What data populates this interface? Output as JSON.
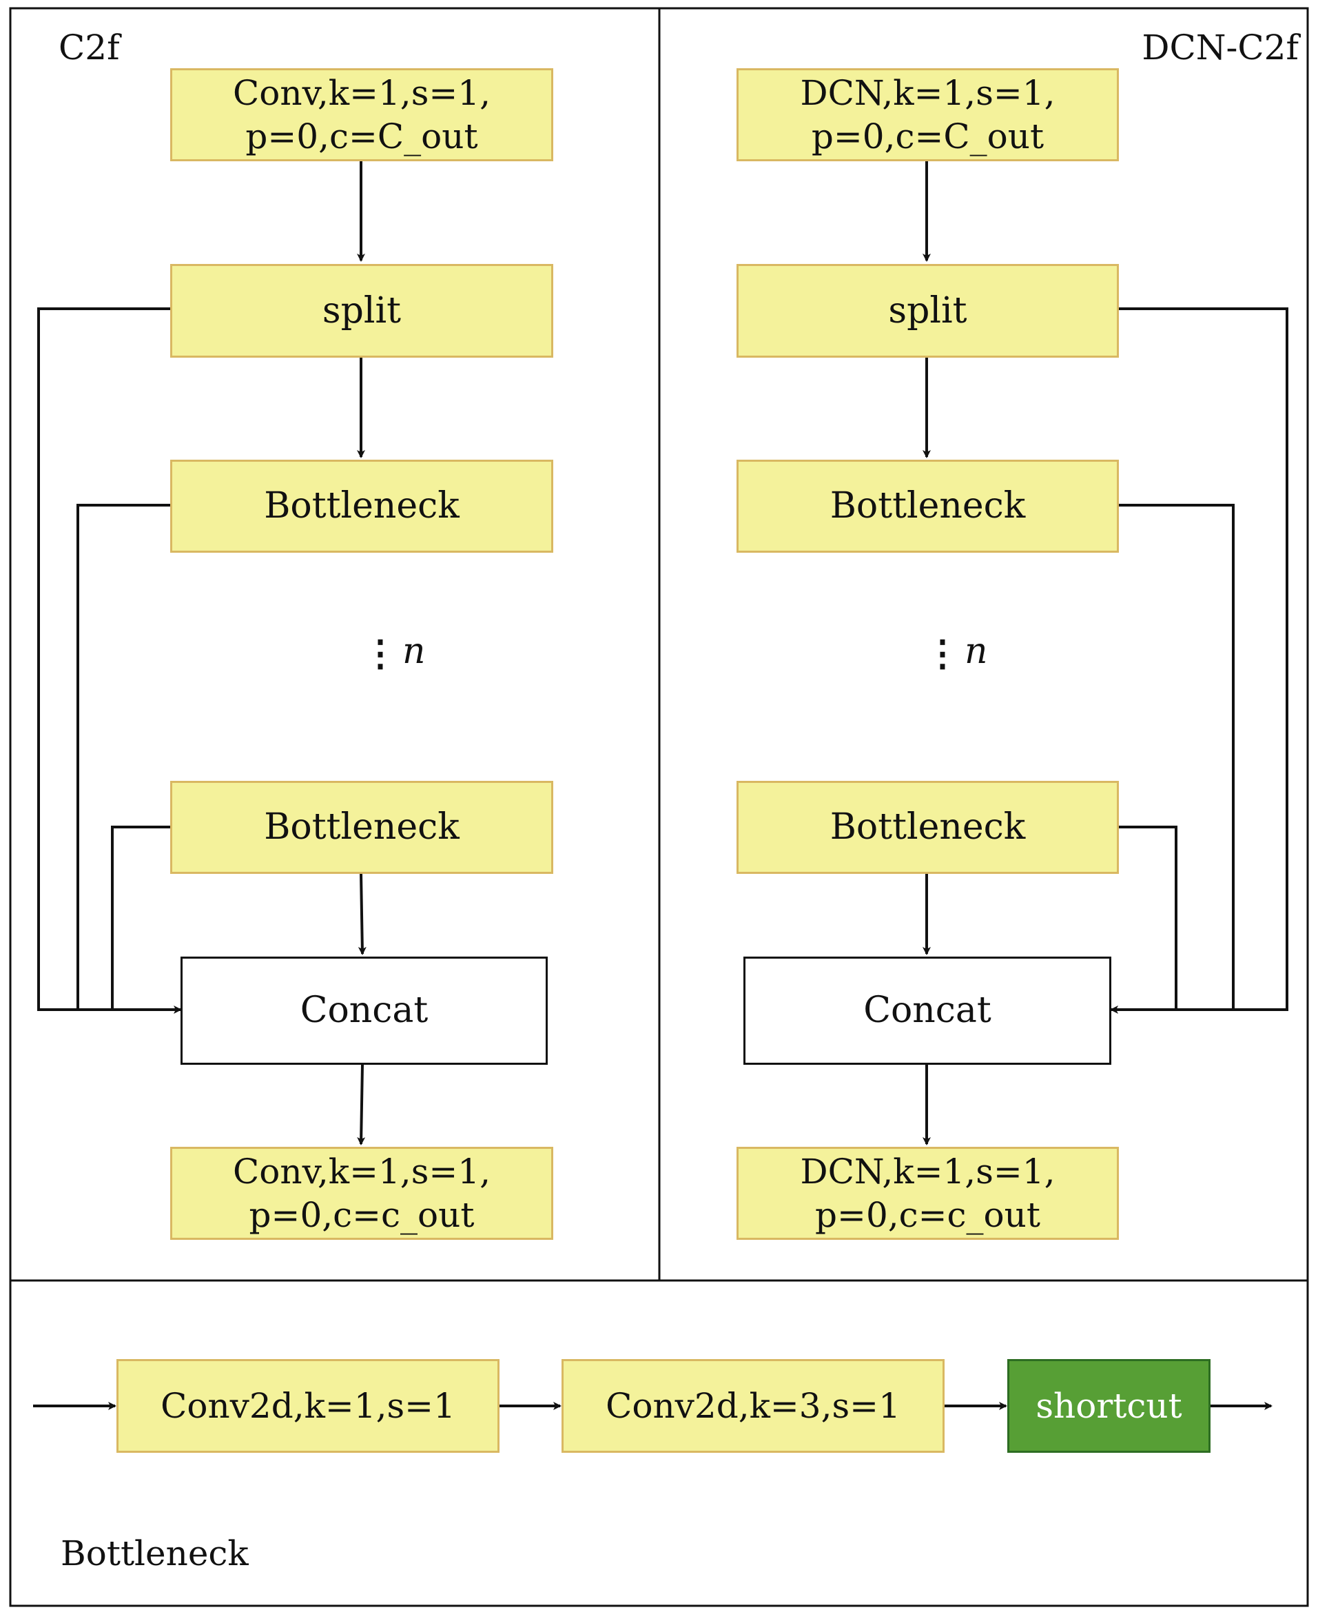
{
  "panels": {
    "c2f": {
      "title": "C2f",
      "conv_top": {
        "line1": "Conv,k=1,s=1,",
        "line2": "p=0,c=C_out"
      },
      "split": "split",
      "bottleneck_1": "Bottleneck",
      "repeat": {
        "dots": "⋮",
        "n": "n"
      },
      "bottleneck_n": "Bottleneck",
      "concat": "Concat",
      "conv_bottom": {
        "line1": "Conv,k=1,s=1,",
        "line2": "p=0,c=c_out"
      }
    },
    "dcn_c2f": {
      "title": "DCN-C2f",
      "dcn_top": {
        "line1": "DCN,k=1,s=1,",
        "line2": "p=0,c=C_out"
      },
      "split": "split",
      "bottleneck_1": "Bottleneck",
      "repeat": {
        "dots": "⋮",
        "n": "n"
      },
      "bottleneck_n": "Bottleneck",
      "concat": "Concat",
      "dcn_bottom": {
        "line1": "DCN,k=1,s=1,",
        "line2": "p=0,c=c_out"
      }
    },
    "bottleneck": {
      "title": "Bottleneck",
      "conv2d_1": "Conv2d,k=1,s=1",
      "conv2d_3": "Conv2d,k=3,s=1",
      "shortcut": "shortcut"
    }
  },
  "colors": {
    "block_fill": "#f4f29b",
    "block_border": "#d9b862",
    "shortcut_fill": "#579f35",
    "line": "#111111"
  }
}
